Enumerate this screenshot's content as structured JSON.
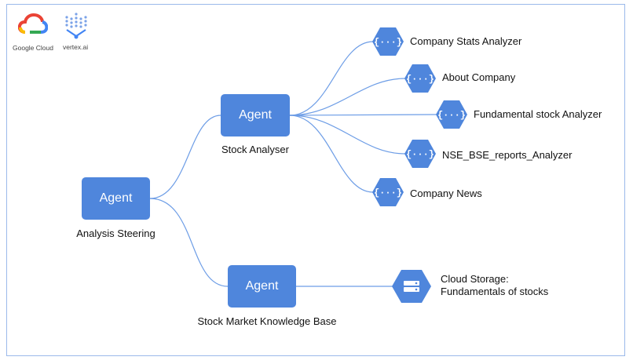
{
  "branding": {
    "google_cloud_label": "Google Cloud",
    "vertex_label": "vertex.ai"
  },
  "agents": {
    "root": {
      "label": "Agent",
      "caption": "Analysis Steering"
    },
    "stock_analyser": {
      "label": "Agent",
      "caption": "Stock Analyser"
    },
    "knowledge_base": {
      "label": "Agent",
      "caption": "Stock Market Knowledge Base"
    }
  },
  "tools": [
    {
      "label": "Company Stats Analyzer",
      "icon": "function-icon"
    },
    {
      "label": "About Company",
      "icon": "function-icon"
    },
    {
      "label": "Fundamental stock Analyzer",
      "icon": "function-icon"
    },
    {
      "label": "NSE_BSE_reports_Analyzer",
      "icon": "function-icon"
    },
    {
      "label": "Company News",
      "icon": "function-icon"
    }
  ],
  "storage": {
    "label_line1": "Cloud Storage:",
    "label_line2": "Fundamentals of stocks",
    "icon": "storage-icon"
  },
  "colors": {
    "agent": "#4f86dc",
    "hex": "#4f86dc",
    "edge": "#6d9de6",
    "frame": "#9bb9ea"
  }
}
